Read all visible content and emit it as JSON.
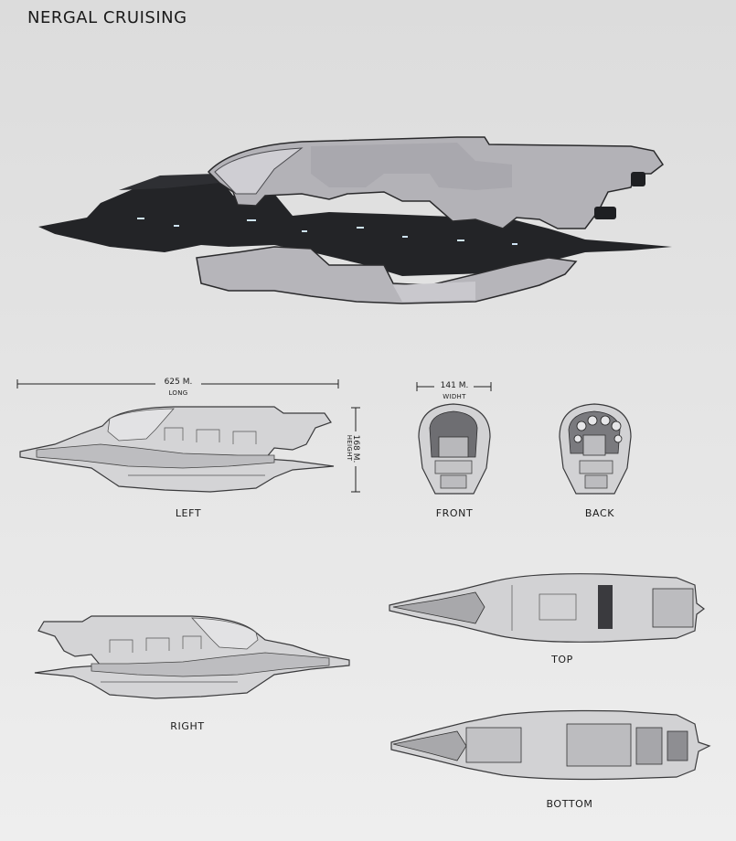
{
  "title": "NERGAL CRUISING",
  "dimensions": {
    "length": {
      "value": "625 M.",
      "label": "LONG"
    },
    "width": {
      "value": "141 M.",
      "label": "WIDHT"
    },
    "height": {
      "value": "168 M.",
      "label": "HEIGHT"
    }
  },
  "views": {
    "left": "LEFT",
    "front": "FRONT",
    "back": "BACK",
    "right": "RIGHT",
    "top": "TOP",
    "bottom": "BOTTOM"
  }
}
